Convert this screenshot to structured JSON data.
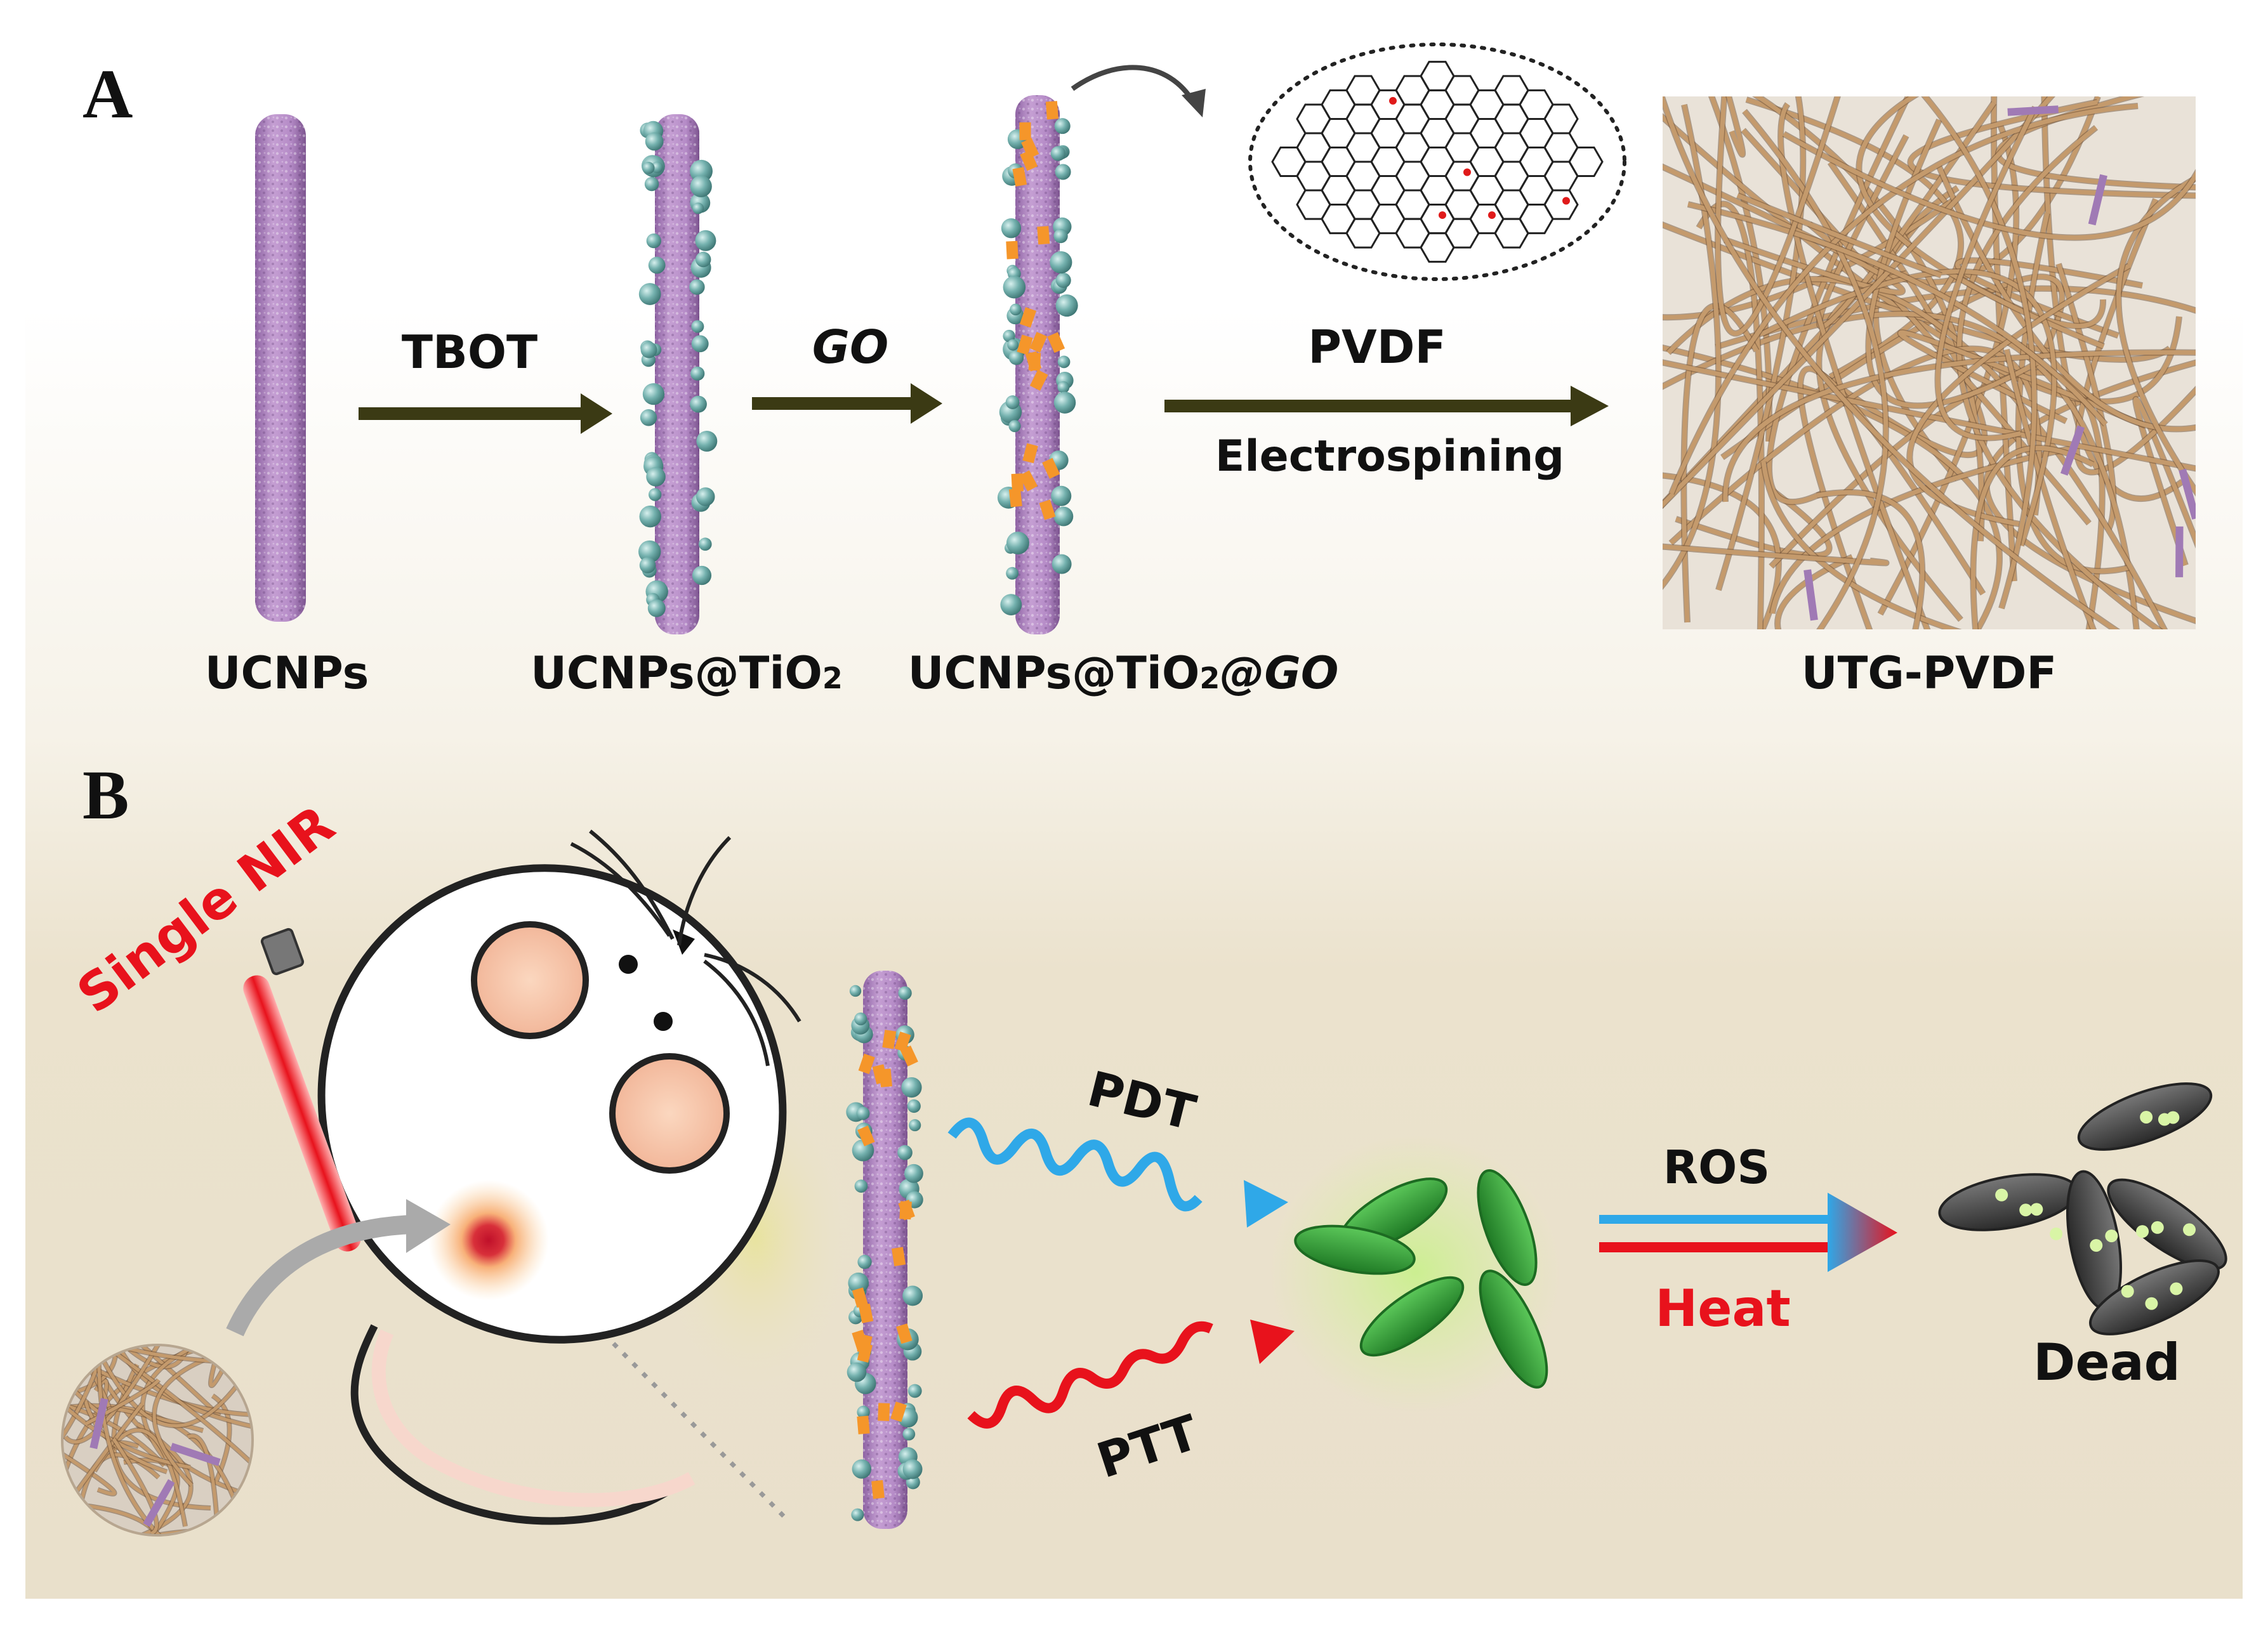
{
  "panel_a": {
    "letter": "A",
    "steps": {
      "ucnps": "UCNPs",
      "ucnps_tio2": "UCNPs@TiO",
      "ucnps_tio2_go_a": "UCNPs@TiO",
      "ucnps_tio2_go_b": "@GO",
      "utg_pvdf": "UTG-PVDF"
    },
    "subscript_two": "2",
    "arrows": {
      "tbot": "TBOT",
      "go": "GO",
      "pvdf": "PVDF",
      "electrospinning": "Electrospining"
    }
  },
  "panel_b": {
    "letter": "B",
    "laser_label": "Single NIR",
    "pdt": "PDT",
    "ptt": "PTT",
    "ros": "ROS",
    "heat": "Heat",
    "dead": "Dead"
  },
  "colors": {
    "arrow_dark": "#3b3a14",
    "rod_purple": "#b98bc9",
    "tio2_teal": "#6fa9a8",
    "go_orange": "#f5962a",
    "fiber_tan": "#c49a6c",
    "laser_red": "#e8121c",
    "pdt_blue": "#2fa8e8",
    "bacteria_green": "#3aa33a",
    "background_beige": "#ece4cf"
  }
}
